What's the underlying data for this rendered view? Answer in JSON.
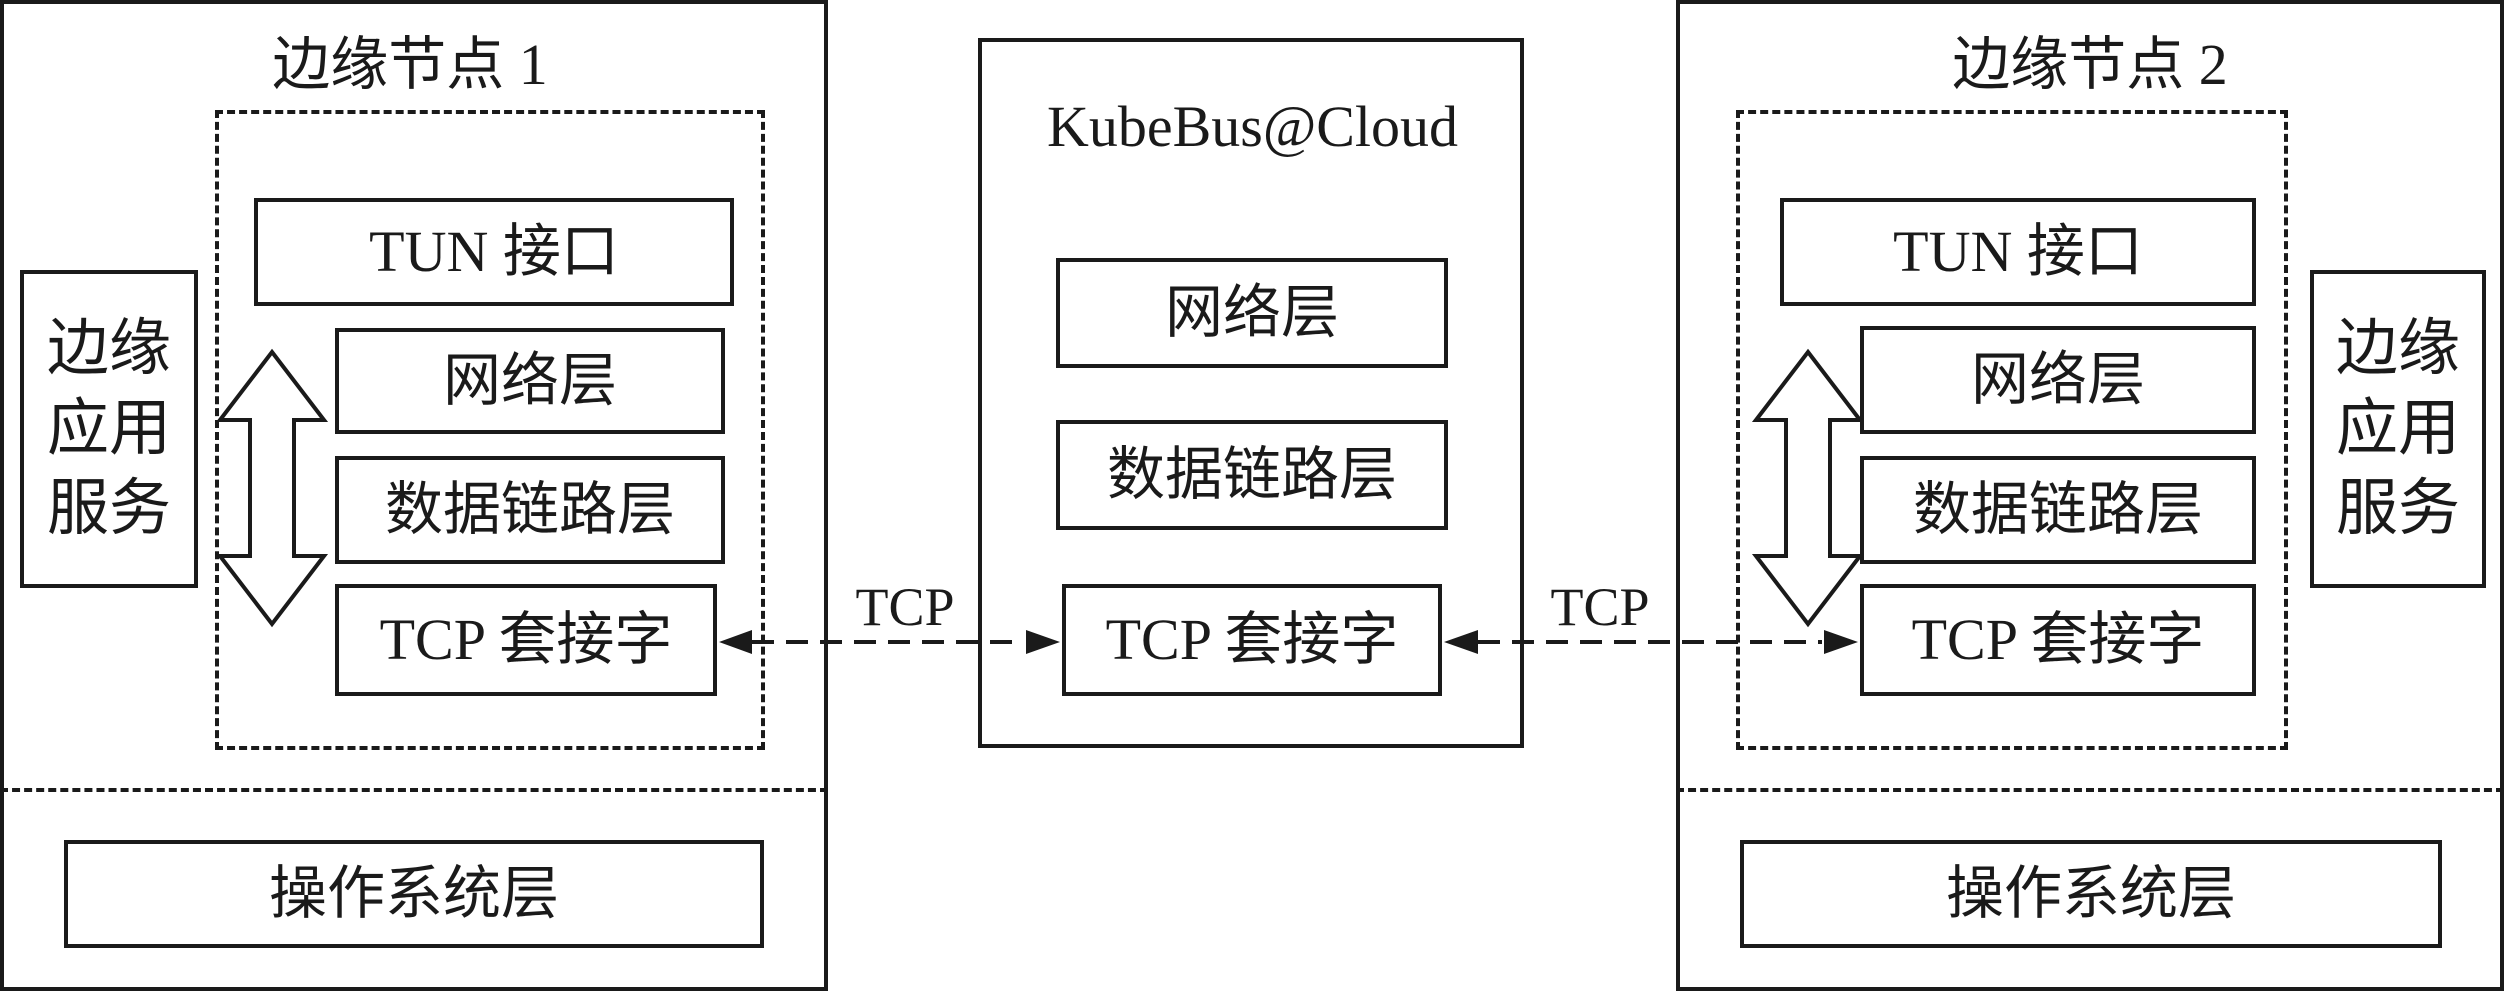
{
  "node1": {
    "title": "边缘节点 1",
    "app_service": "边缘应用服务",
    "tun_interface": "TUN 接口",
    "network_layer": "网络层",
    "datalink_layer": "数据链路层",
    "tcp_socket": "TCP 套接字",
    "os_layer": "操作系统层"
  },
  "cloud": {
    "title": "KubeBus@Cloud",
    "network_layer": "网络层",
    "datalink_layer": "数据链路层",
    "tcp_socket": "TCP 套接字"
  },
  "node2": {
    "title": "边缘节点 2",
    "app_service": "边缘应用服务",
    "tun_interface": "TUN 接口",
    "network_layer": "网络层",
    "datalink_layer": "数据链路层",
    "tcp_socket": "TCP 套接字",
    "os_layer": "操作系统层"
  },
  "links": {
    "left_label": "TCP",
    "right_label": "TCP"
  },
  "colors": {
    "stroke": "#1a1a1a",
    "background": "#ffffff"
  }
}
